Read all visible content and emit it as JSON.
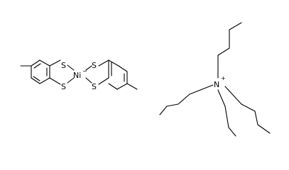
{
  "molecule": {
    "atoms": {
      "s1": "S",
      "s2": "S",
      "s3": "S",
      "s4": "S",
      "ni": "Ni",
      "n": "N"
    },
    "charges": {
      "ni": "−",
      "n": "+"
    }
  }
}
